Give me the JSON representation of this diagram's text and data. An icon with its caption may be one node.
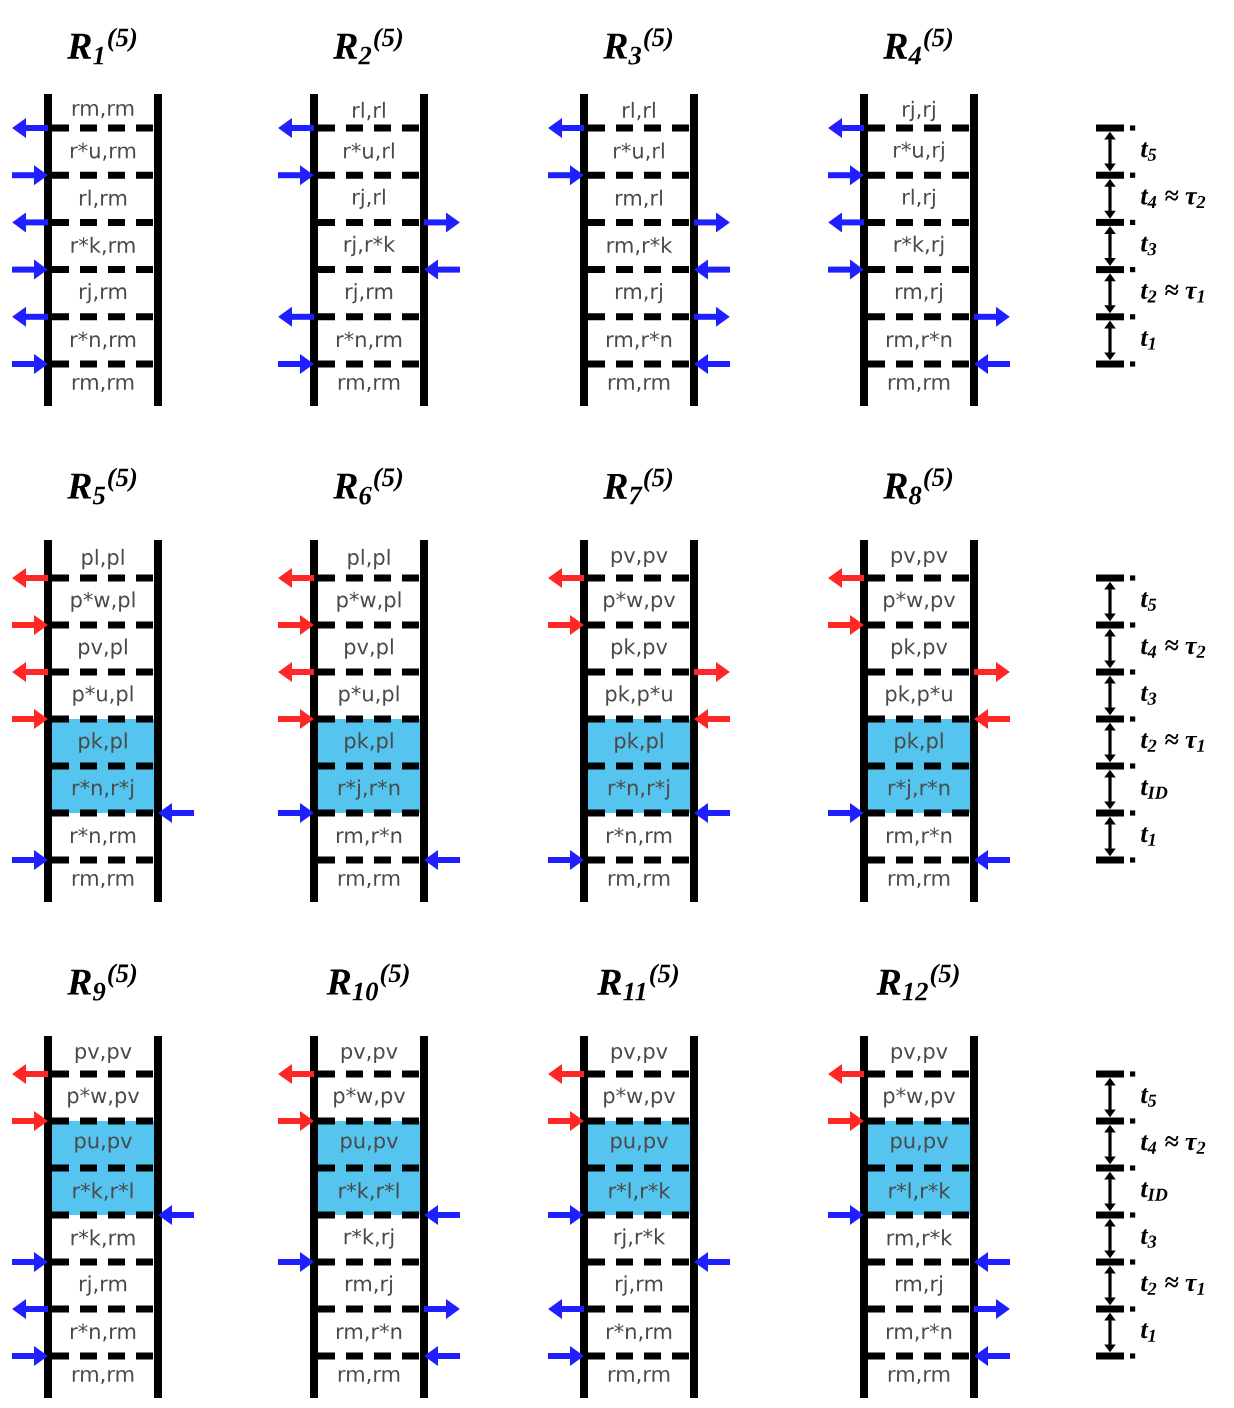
{
  "diagram": {
    "nodes": [
      {
        "text": [
          "R$_{1}$$^{(5)}$"
        ]
      },
      {
        "text": [
          "rm,rm"
        ],
        "in": 0
      },
      {
        "text": [
          "r*u,rm"
        ],
        "in": 0
      },
      {
        "text": [
          "rl,rm"
        ],
        "in": 0
      },
      {
        "text": [
          "r*k,rm"
        ],
        "in": 0
      },
      {
        "text": [
          "rj,rm"
        ],
        "in": 0
      },
      {
        "text": [
          "r*n,rm"
        ],
        "in": 0
      },
      {
        "text": [
          "rm,rm"
        ],
        "in": 0
      },
      {
        "text": [
          "R$_{2}$$^{(5)}$"
        ]
      },
      {
        "text": [
          "rl,rl"
        ],
        "in": 8
      },
      {
        "text": [
          "r*u,rl"
        ],
        "in": 8
      },
      {
        "text": [
          "rj,rl"
        ],
        "in": 8
      },
      {
        "text": [
          "rj,r*k"
        ],
        "in": 8
      },
      {
        "text": [
          "rj,rm"
        ],
        "in": 8
      },
      {
        "text": [
          "r*n,rm"
        ],
        "in": 8
      },
      {
        "text": [
          "rm,rm"
        ],
        "in": 8
      },
      {
        "text": [
          "R$_{3}$$^{(5)}$"
        ]
      },
      {
        "text": [
          "rl,rl"
        ],
        "in": 16
      },
      {
        "text": [
          "r*u,rl"
        ],
        "in": 16
      },
      {
        "text": [
          "rm,rl"
        ],
        "in": 16
      },
      {
        "text": [
          "rm,r*k"
        ],
        "in": 16
      },
      {
        "text": [
          "rm,rj"
        ],
        "in": 16
      },
      {
        "text": [
          "rm,r*n"
        ],
        "in": 16
      },
      {
        "text": [
          "rm,rm"
        ],
        "in": 16
      },
      {
        "text": [
          "R$_{4}$$^{(5)}$"
        ]
      },
      {
        "text": [
          "rj,rj"
        ],
        "in": 24
      },
      {
        "text": [
          "r*u,rj"
        ],
        "in": 24
      },
      {
        "text": [
          "rl,rj"
        ],
        "in": 24
      },
      {
        "text": [
          "r*k,rj"
        ],
        "in": 24
      },
      {
        "text": [
          "rm,rj"
        ],
        "in": 24
      },
      {
        "text": [
          "rm,r*n"
        ],
        "in": 24
      },
      {
        "text": [
          "rm,rm"
        ],
        "in": 24
      },
      {
        "text": [
          "R$_{5}$$^{(5)}$"
        ]
      },
      {
        "text": [
          "pl,pl"
        ],
        "in": 32
      },
      {
        "text": [
          "p*w,pl"
        ],
        "in": 32
      },
      {
        "text": [
          "pv,pl"
        ],
        "in": 32
      },
      {
        "text": [
          "p*u,pl"
        ],
        "in": 32
      },
      {
        "text": [
          "pk,pl"
        ],
        "in": 32
      },
      {
        "text": [
          "r*n,r*j"
        ],
        "in": 32
      },
      {
        "text": [
          "r*n,rm"
        ],
        "in": 32
      },
      {
        "text": [
          "rm,rm"
        ],
        "in": 32
      },
      {
        "text": [
          "R$_{6}$$^{(5)}$"
        ]
      },
      {
        "text": [
          "pl,pl"
        ],
        "in": 41
      },
      {
        "text": [
          "p*w,pl"
        ],
        "in": 41
      },
      {
        "text": [
          "pv,pl"
        ],
        "in": 41
      },
      {
        "text": [
          "p*u,pl"
        ],
        "in": 41
      },
      {
        "text": [
          "pk,pl"
        ],
        "in": 41
      },
      {
        "text": [
          "r*j,r*n"
        ],
        "in": 41
      },
      {
        "text": [
          "rm,r*n"
        ],
        "in": 41
      },
      {
        "text": [
          "rm,rm"
        ],
        "in": 41
      },
      {
        "text": [
          "R$_{7}$$^{(5)}$"
        ]
      },
      {
        "text": [
          "pv,pv"
        ],
        "in": 50
      },
      {
        "text": [
          "p*w,pv"
        ],
        "in": 50
      },
      {
        "text": [
          "pk,pv"
        ],
        "in": 50
      },
      {
        "text": [
          "pk,p*u"
        ],
        "in": 50
      },
      {
        "text": [
          "pk,pl"
        ],
        "in": 50
      },
      {
        "text": [
          "r*n,r*j"
        ],
        "in": 50
      },
      {
        "text": [
          "r*n,rm"
        ],
        "in": 50
      },
      {
        "text": [
          "rm,rm"
        ],
        "in": 50
      },
      {
        "text": [
          "R$_{8}$$^{(5)}$"
        ]
      },
      {
        "text": [
          "pv,pv"
        ],
        "in": 59
      },
      {
        "text": [
          "p*w,pv"
        ],
        "in": 59
      },
      {
        "text": [
          "pk,pv"
        ],
        "in": 59
      },
      {
        "text": [
          "pk,p*u"
        ],
        "in": 59
      },
      {
        "text": [
          "pk,pl"
        ],
        "in": 59
      },
      {
        "text": [
          "r*j,r*n"
        ],
        "in": 59
      },
      {
        "text": [
          "rm,r*n"
        ],
        "in": 59
      },
      {
        "text": [
          "rm,rm"
        ],
        "in": 59
      },
      {
        "text": [
          "R$_{9}$$^{(5)}$"
        ]
      },
      {
        "text": [
          "pv,pv"
        ],
        "in": 68
      },
      {
        "text": [
          "p*w,pv"
        ],
        "in": 68
      },
      {
        "text": [
          "pu,pv"
        ],
        "in": 68
      },
      {
        "text": [
          "r*k,r*l"
        ],
        "in": 68
      },
      {
        "text": [
          "r*k,rm"
        ],
        "in": 68
      },
      {
        "text": [
          "rj,rm"
        ],
        "in": 68
      },
      {
        "text": [
          "r*n,rm"
        ],
        "in": 68
      },
      {
        "text": [
          "rm,rm"
        ],
        "in": 68
      },
      {
        "text": [
          "R$_{10}$$^{(5)}$"
        ]
      },
      {
        "text": [
          "pv,pv"
        ],
        "in": 77
      },
      {
        "text": [
          "p*w,pv"
        ],
        "in": 77
      },
      {
        "text": [
          "pu,pv"
        ],
        "in": 77
      },
      {
        "text": [
          "r*k,r*l"
        ],
        "in": 77
      },
      {
        "text": [
          "r*k,rj"
        ],
        "in": 77
      },
      {
        "text": [
          "rm,rj"
        ],
        "in": 77
      },
      {
        "text": [
          "rm,r*n"
        ],
        "in": 77
      },
      {
        "text": [
          "rm,rm"
        ],
        "in": 77
      },
      {
        "text": [
          "R$_{11}$$^{(5)}$"
        ]
      },
      {
        "text": [
          "pv,pv"
        ],
        "in": 86
      },
      {
        "text": [
          "p*w,pv"
        ],
        "in": 86
      },
      {
        "text": [
          "pu,pv"
        ],
        "in": 86
      },
      {
        "text": [
          "r*l,r*k"
        ],
        "in": 86
      },
      {
        "text": [
          "rj,r*k"
        ],
        "in": 86
      },
      {
        "text": [
          "rj,rm"
        ],
        "in": 86
      },
      {
        "text": [
          "r*n,rm"
        ],
        "in": 86
      },
      {
        "text": [
          "rm,rm"
        ],
        "in": 86
      },
      {
        "text": [
          "R$_{12}$$^{(5)}$"
        ]
      },
      {
        "text": [
          "pv,pv"
        ],
        "in": 95
      },
      {
        "text": [
          "p*w,pv"
        ],
        "in": 95
      },
      {
        "text": [
          "pu,pv"
        ],
        "in": 95
      },
      {
        "text": [
          "r*l,r*k"
        ],
        "in": 95
      },
      {
        "text": [
          "rm,r*k"
        ],
        "in": 95
      },
      {
        "text": [
          "rm,rj"
        ],
        "in": 95
      },
      {
        "text": [
          "rm,r*n"
        ],
        "in": 95
      },
      {
        "text": [
          "rm,rm"
        ],
        "in": 95
      }
    ],
    "edges": [
      {
        "from": 0,
        "to": null,
        "arrow": "to"
      },
      {
        "from": null,
        "to": 0,
        "arrow": "to"
      },
      {
        "from": 0,
        "to": null,
        "arrow": "to"
      },
      {
        "from": null,
        "to": 0,
        "arrow": "to"
      },
      {
        "from": 0,
        "to": null,
        "arrow": "to"
      },
      {
        "from": null,
        "to": 0,
        "arrow": "to"
      },
      {
        "from": 8,
        "to": null,
        "arrow": "to"
      },
      {
        "from": null,
        "to": 8,
        "arrow": "to"
      },
      {
        "from": 8,
        "to": null,
        "arrow": "to"
      },
      {
        "from": null,
        "to": 8,
        "arrow": "to"
      },
      {
        "from": 8,
        "to": null,
        "arrow": "to"
      },
      {
        "from": null,
        "to": 8,
        "arrow": "to"
      },
      {
        "from": 16,
        "to": null,
        "arrow": "to"
      },
      {
        "from": null,
        "to": 16,
        "arrow": "to"
      },
      {
        "from": 16,
        "to": null,
        "arrow": "to"
      },
      {
        "from": null,
        "to": 16,
        "arrow": "to"
      },
      {
        "from": 16,
        "to": null,
        "arrow": "to"
      },
      {
        "from": null,
        "to": 16,
        "arrow": "to"
      },
      {
        "from": 24,
        "to": null,
        "arrow": "to"
      },
      {
        "from": null,
        "to": 24,
        "arrow": "to"
      },
      {
        "from": 24,
        "to": null,
        "arrow": "to"
      },
      {
        "from": null,
        "to": 24,
        "arrow": "to"
      },
      {
        "from": 24,
        "to": null,
        "arrow": "to"
      },
      {
        "from": null,
        "to": 24,
        "arrow": "to"
      },
      {
        "from": 32,
        "to": null,
        "arrow": "to",
        "color": "#ff2626"
      },
      {
        "from": null,
        "to": 32,
        "arrow": "to",
        "color": "#ff2626"
      },
      {
        "from": 32,
        "to": null,
        "arrow": "to",
        "color": "#ff2626"
      },
      {
        "from": null,
        "to": 32,
        "arrow": "to",
        "color": "#ff2626"
      },
      {
        "from": null,
        "to": 32,
        "arrow": "to"
      },
      {
        "from": null,
        "to": 32,
        "arrow": "to"
      },
      {
        "from": 41,
        "to": null,
        "arrow": "to",
        "color": "#ff2626"
      },
      {
        "from": null,
        "to": 41,
        "arrow": "to",
        "color": "#ff2626"
      },
      {
        "from": 41,
        "to": null,
        "arrow": "to",
        "color": "#ff2626"
      },
      {
        "from": null,
        "to": 41,
        "arrow": "to",
        "color": "#ff2626"
      },
      {
        "from": null,
        "to": 41,
        "arrow": "to"
      },
      {
        "from": null,
        "to": 41,
        "arrow": "to"
      },
      {
        "from": 50,
        "to": null,
        "arrow": "to",
        "color": "#ff2626"
      },
      {
        "from": null,
        "to": 50,
        "arrow": "to",
        "color": "#ff2626"
      },
      {
        "from": 50,
        "to": null,
        "arrow": "to",
        "color": "#ff2626"
      },
      {
        "from": null,
        "to": 50,
        "arrow": "to",
        "color": "#ff2626"
      },
      {
        "from": null,
        "to": 50,
        "arrow": "to"
      },
      {
        "from": null,
        "to": 50,
        "arrow": "to"
      },
      {
        "from": 59,
        "to": null,
        "arrow": "to",
        "color": "#ff2626"
      },
      {
        "from": null,
        "to": 59,
        "arrow": "to",
        "color": "#ff2626"
      },
      {
        "from": 59,
        "to": null,
        "arrow": "to",
        "color": "#ff2626"
      },
      {
        "from": null,
        "to": 59,
        "arrow": "to",
        "color": "#ff2626"
      },
      {
        "from": null,
        "to": 59,
        "arrow": "to"
      },
      {
        "from": null,
        "to": 59,
        "arrow": "to"
      },
      {
        "from": 68,
        "to": null,
        "arrow": "to",
        "color": "#ff2626"
      },
      {
        "from": null,
        "to": 68,
        "arrow": "to",
        "color": "#ff2626"
      },
      {
        "from": null,
        "to": 68,
        "arrow": "to"
      },
      {
        "from": null,
        "to": 68,
        "arrow": "to"
      },
      {
        "from": 68,
        "to": null,
        "arrow": "to"
      },
      {
        "from": null,
        "to": 68,
        "arrow": "to"
      },
      {
        "from": 77,
        "to": null,
        "arrow": "to",
        "color": "#ff2626"
      },
      {
        "from": null,
        "to": 77,
        "arrow": "to",
        "color": "#ff2626"
      },
      {
        "from": null,
        "to": 77,
        "arrow": "to"
      },
      {
        "from": null,
        "to": 77,
        "arrow": "to"
      },
      {
        "from": 77,
        "to": null,
        "arrow": "to"
      },
      {
        "from": null,
        "to": 77,
        "arrow": "to"
      },
      {
        "from": 86,
        "to": null,
        "arrow": "to",
        "color": "#ff2626"
      },
      {
        "from": null,
        "to": 86,
        "arrow": "to",
        "color": "#ff2626"
      },
      {
        "from": null,
        "to": 86,
        "arrow": "to"
      },
      {
        "from": null,
        "to": 86,
        "arrow": "to"
      },
      {
        "from": 86,
        "to": null,
        "arrow": "to"
      },
      {
        "from": null,
        "to": 86,
        "arrow": "to"
      },
      {
        "from": 95,
        "to": null,
        "arrow": "to",
        "color": "#ff2626"
      },
      {
        "from": null,
        "to": 95,
        "arrow": "to",
        "color": "#ff2626"
      },
      {
        "from": null,
        "to": 95,
        "arrow": "to"
      },
      {
        "from": null,
        "to": 95,
        "arrow": "to"
      },
      {
        "from": 95,
        "to": null,
        "arrow": "to"
      },
      {
        "from": null,
        "to": 95,
        "arrow": "to"
      }
    ],
    "labels": [
      "t$_{5}$",
      "t$_{4}$ ≈ τ$_{2}$",
      "t$_{3}$",
      "t$_{2}$ ≈ τ$_{1}$",
      "t$_{1}$",
      "t$_{5}$",
      "t$_{4}$ ≈ τ$_{2}$",
      "t$_{3}$",
      "t$_{2}$ ≈ τ$_{1}$",
      "t$_{ID}$",
      "t$_{1}$",
      "t$_{5}$",
      "t$_{4}$ ≈ τ$_{2}$",
      "t$_{ID}$",
      "t$_{3}$",
      "t$_{2}$ ≈ τ$_{1}$",
      "t$_{1}$"
    ]
  }
}
